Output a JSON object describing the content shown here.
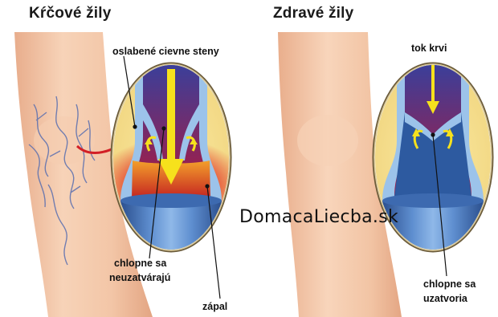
{
  "left_panel": {
    "title": "Kŕčové žily",
    "labels": {
      "weak_walls": "oslabené cievne steny",
      "valves_not_closing": [
        "chlopne sa",
        "neuzatvárajú"
      ],
      "inflammation": "zápal"
    }
  },
  "right_panel": {
    "title": "Zdravé žily",
    "labels": {
      "blood_flow": "tok krvi",
      "valves_closing": [
        "chlopne sa",
        "uzatvoria"
      ]
    }
  },
  "watermark": "DomacaLiecba.sk",
  "colors": {
    "skin": "#f2c4a4",
    "vein_blue": "#3f6fb5",
    "vein_light": "#9cc3ea",
    "inflammation_red": "#d8202a",
    "arrow_yellow": "#f6e11c",
    "lens_frame": "#6b5b3a"
  }
}
